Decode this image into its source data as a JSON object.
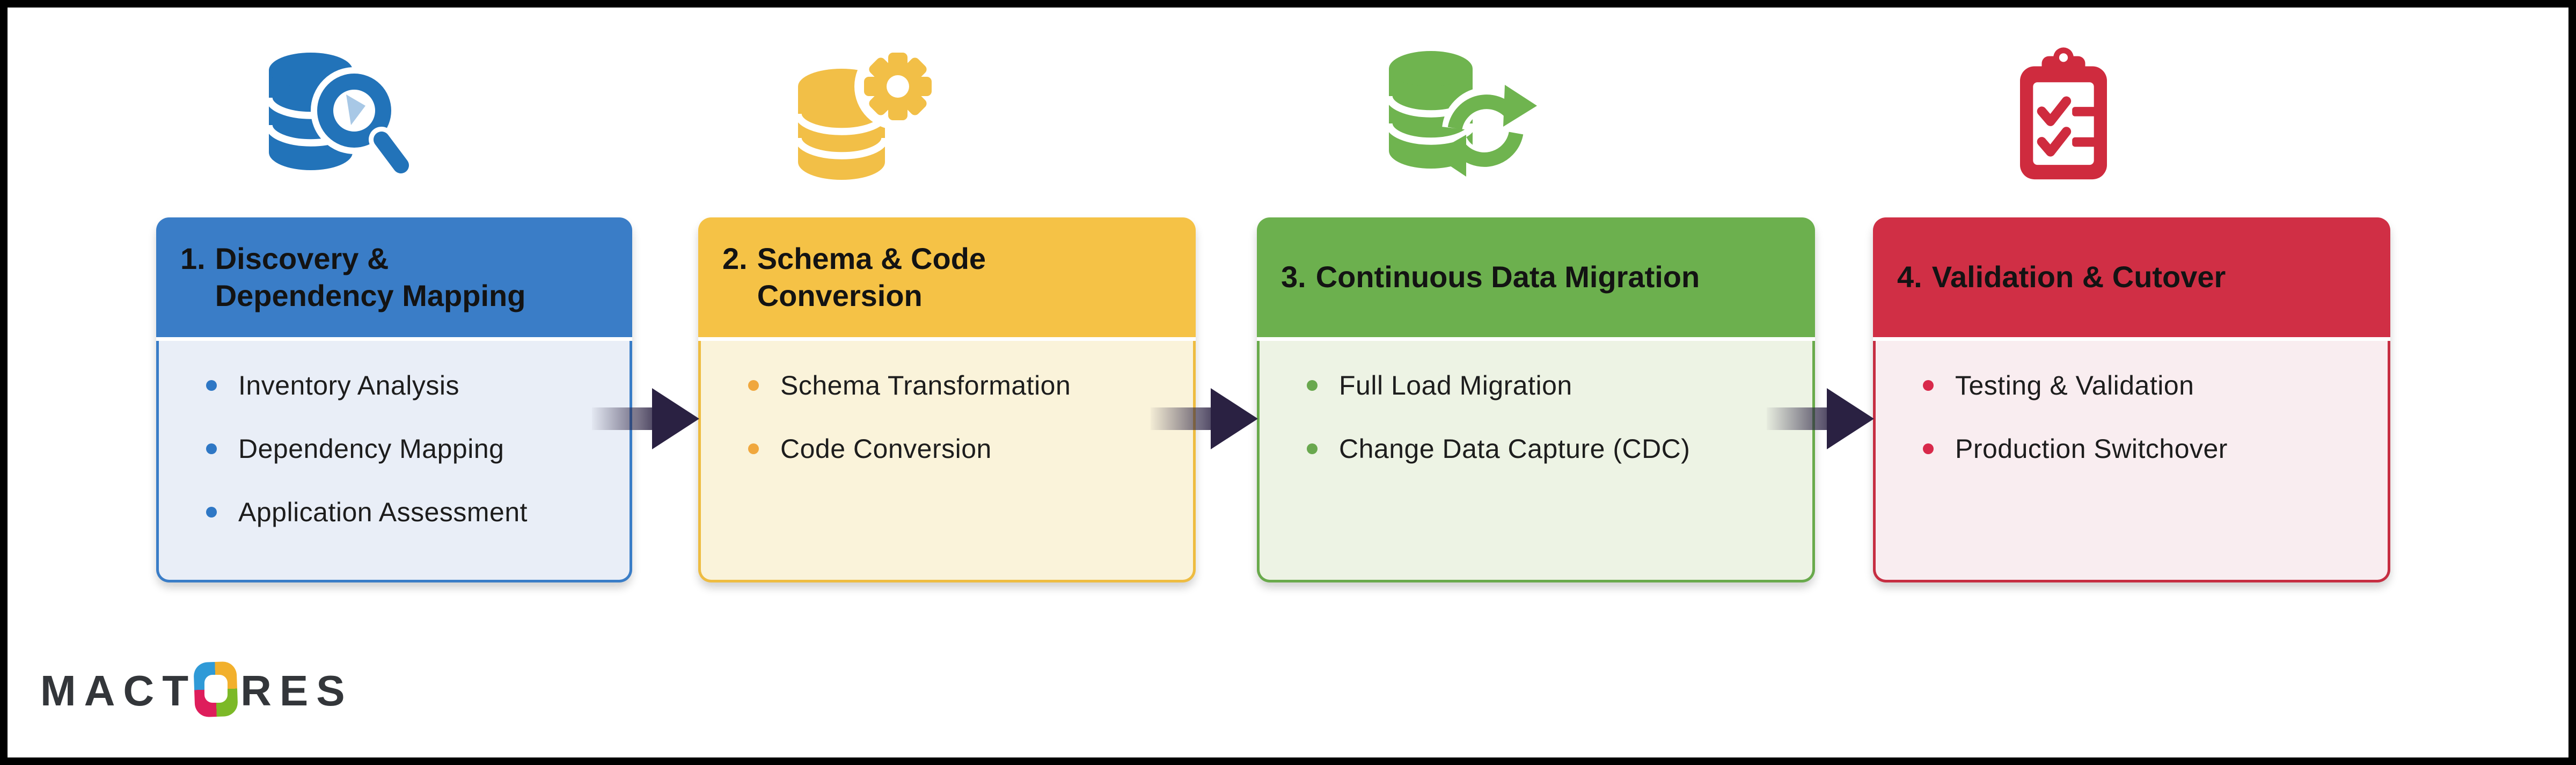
{
  "diagram": {
    "subject": "Database migration process flow",
    "phase_count": 4,
    "arrow_color": "#2a2142",
    "frame_color": "#000000",
    "background_color": "#ffffff"
  },
  "phases": [
    {
      "number": "1.",
      "title": "Discovery & Dependency Mapping",
      "bullets": [
        "Inventory Analysis",
        "Dependency Mapping",
        "Application Assessment"
      ],
      "icon": "database-magnifier-icon",
      "header_color": "#3a7dc7",
      "body_color": "#e9eef7",
      "bullet_color": "#2e77c5",
      "icon_color": "#2273b9"
    },
    {
      "number": "2.",
      "title": "Schema & Code Conversion",
      "bullets": [
        "Schema Transformation",
        "Code Conversion"
      ],
      "icon": "database-gear-icon",
      "header_color": "#f5c246",
      "body_color": "#faf3da",
      "bullet_color": "#f0a73d",
      "icon_color": "#f2bf47"
    },
    {
      "number": "3.",
      "title": "Continuous Data Migration",
      "bullets": [
        "Full Load Migration",
        "Change Data Capture (CDC)"
      ],
      "icon": "database-sync-icon",
      "header_color": "#6cb04e",
      "body_color": "#edf3e4",
      "bullet_color": "#69a84e",
      "icon_color": "#6fb44f"
    },
    {
      "number": "4.",
      "title": "Validation & Cutover",
      "bullets": [
        "Testing & Validation",
        "Production Switchover"
      ],
      "icon": "clipboard-checklist-icon",
      "header_color": "#d02f45",
      "body_color": "#f9edf0",
      "bullet_color": "#d8294a",
      "icon_color": "#cf2b3e"
    }
  ],
  "arrows": {
    "count": 3,
    "color": "#2a2142",
    "direction": "right"
  },
  "logo": {
    "text_left": "MACT",
    "text_right": "RES",
    "text_color": "#33363a",
    "mark_colors": {
      "top_left": "#2f9ad7",
      "top_right": "#f2b02c",
      "bottom_left": "#de1d5b",
      "bottom_right": "#7cb927"
    }
  }
}
